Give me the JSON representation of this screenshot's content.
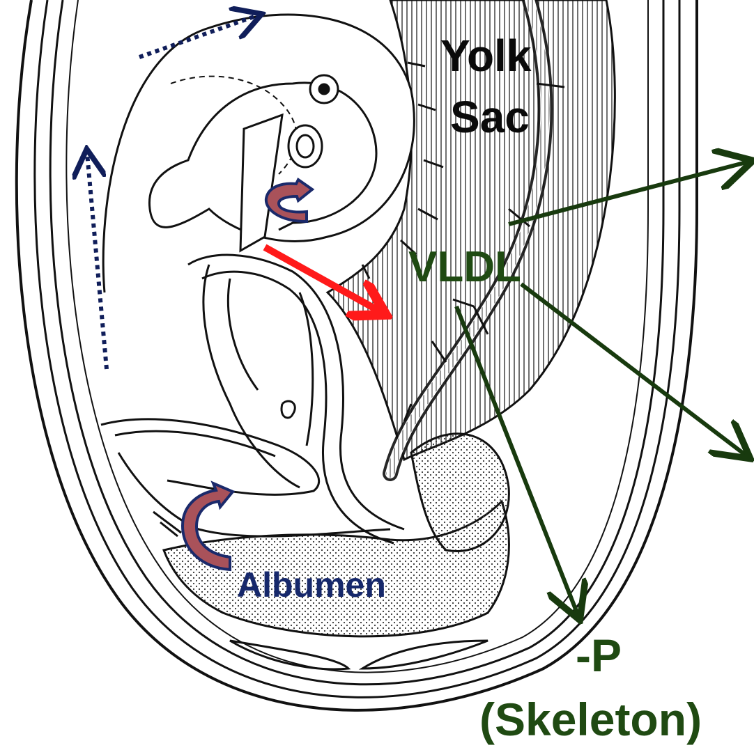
{
  "colors": {
    "ink": "#111111",
    "label_black": "#0a0a0a",
    "vldl_green": "#1f4a12",
    "albumen_navy": "#16286b",
    "arrow_red": "#ff1a1a",
    "curved_arrow_fill": "#a9525a",
    "curved_arrow_outline": "#1b2a6b",
    "output_arrow_green": "#183a0e",
    "dotted_arrow_navy": "#101e5a"
  },
  "labels": {
    "yolk_line1": "Yolk",
    "yolk_line2": "Sac",
    "vldl": "VLDL",
    "albumen": "Albumen",
    "p": "-P",
    "skeleton": "(Skeleton)"
  },
  "icons": {
    "curved_arrows": [
      "curved-arrow-icon",
      "curved-arrow-icon"
    ],
    "dotted_arrows": [
      "dotted-arrow-icon",
      "dotted-arrow-icon"
    ],
    "straight_arrows": [
      "red-arrow-icon",
      "green-arrow-icon"
    ]
  }
}
